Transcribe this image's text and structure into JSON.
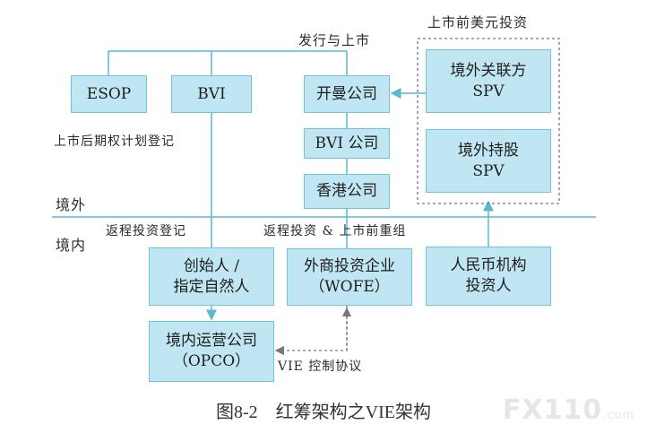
{
  "top_label": "发行与上市",
  "dashed_title": "上市前美元投资",
  "offshore_label": "境外",
  "onshore_label": "境内",
  "esop_note": "上市后期权计划登记",
  "roundtrip_reg": "返程投资登记",
  "roundtrip_restructure": "返程投资 & 上市前重组",
  "vie_label": "VIE 控制协议",
  "boxes": {
    "esop": "ESOP",
    "bvi": "BVI",
    "cayman": "开曼公司",
    "bvi_company": "BVI 公司",
    "hk_company": "香港公司",
    "related_spv_line1": "境外关联方",
    "related_spv_line2": "SPV",
    "holding_spv_line1": "境外持股",
    "holding_spv_line2": "SPV",
    "founder_line1": "创始人 /",
    "founder_line2": "指定自然人",
    "wofe_line1": "外商投资企业",
    "wofe_line2": "（WOFE）",
    "rmb_line1": "人民币机构",
    "rmb_line2": "投资人",
    "opco_line1": "境内运营公司",
    "opco_line2": "（OPCO）"
  },
  "caption": "图8-2　红筹架构之VIE架构",
  "watermark": "FX110",
  "watermark_suffix": ".com",
  "colors": {
    "box_fill": "#bfe6f2",
    "box_border": "#6fc3da",
    "line": "#5bb8d3",
    "dashed_line": "#777777"
  }
}
